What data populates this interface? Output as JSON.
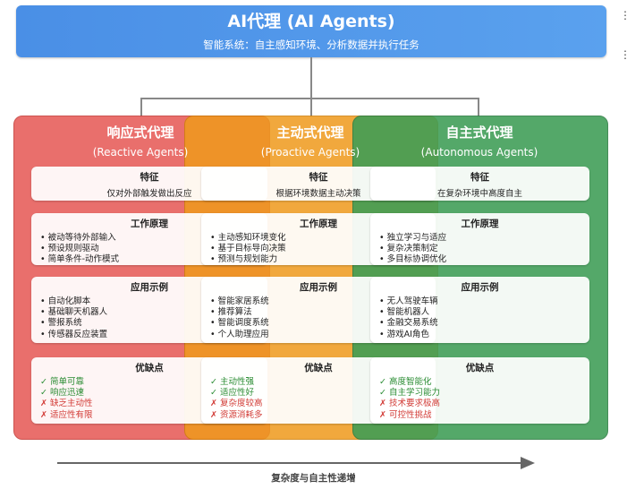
{
  "header": {
    "title": "AI代理 (AI Agents)",
    "subtitle": "智能系统：自主感知环境、分析数据并执行任务",
    "menu_glyph": "⋮"
  },
  "columns": [
    {
      "name": "响应式代理",
      "en": "(Reactive Agents)",
      "feature": {
        "head": "特征",
        "desc": "仅对外部触发做出反应"
      },
      "principle": {
        "head": "工作原理",
        "items": [
          "• 被动等待外部输入",
          "• 预设规则驱动",
          "• 简单条件-动作模式"
        ]
      },
      "examples": {
        "head": "应用示例",
        "items": [
          "• 自动化脚本",
          "• 基础聊天机器人",
          "• 警报系统",
          "• 传感器反应装置"
        ]
      },
      "proscons": {
        "head": "优缺点",
        "pros": [
          "✓ 简单可靠",
          "✓ 响应迅速"
        ],
        "cons": [
          "✗ 缺乏主动性",
          "✗ 适应性有限"
        ]
      }
    },
    {
      "name": "主动式代理",
      "en": "(Proactive Agents)",
      "feature": {
        "head": "特征",
        "desc": "根据环境数据主动决策"
      },
      "principle": {
        "head": "工作原理",
        "items": [
          "• 主动感知环境变化",
          "• 基于目标导向决策",
          "• 预测与规划能力"
        ]
      },
      "examples": {
        "head": "应用示例",
        "items": [
          "• 智能家居系统",
          "• 推荐算法",
          "• 智能调度系统",
          "• 个人助理应用"
        ]
      },
      "proscons": {
        "head": "优缺点",
        "pros": [
          "✓ 主动性强",
          "✓ 适应性好"
        ],
        "cons": [
          "✗ 复杂度较高",
          "✗ 资源消耗多"
        ]
      }
    },
    {
      "name": "自主式代理",
      "en": "(Autonomous Agents)",
      "feature": {
        "head": "特征",
        "desc": "在复杂环境中高度自主"
      },
      "principle": {
        "head": "工作原理",
        "items": [
          "• 独立学习与适应",
          "• 复杂决策制定",
          "• 多目标协调优化"
        ]
      },
      "examples": {
        "head": "应用示例",
        "items": [
          "• 无人驾驶车辆",
          "• 智能机器人",
          "• 金融交易系统",
          "• 游戏AI角色"
        ]
      },
      "proscons": {
        "head": "优缺点",
        "pros": [
          "✓ 高度智能化",
          "✓ 自主学习能力"
        ],
        "cons": [
          "✗ 技术要求极高",
          "✗ 可控性挑战"
        ]
      }
    }
  ],
  "axis_label": "复杂度与自主性递增"
}
